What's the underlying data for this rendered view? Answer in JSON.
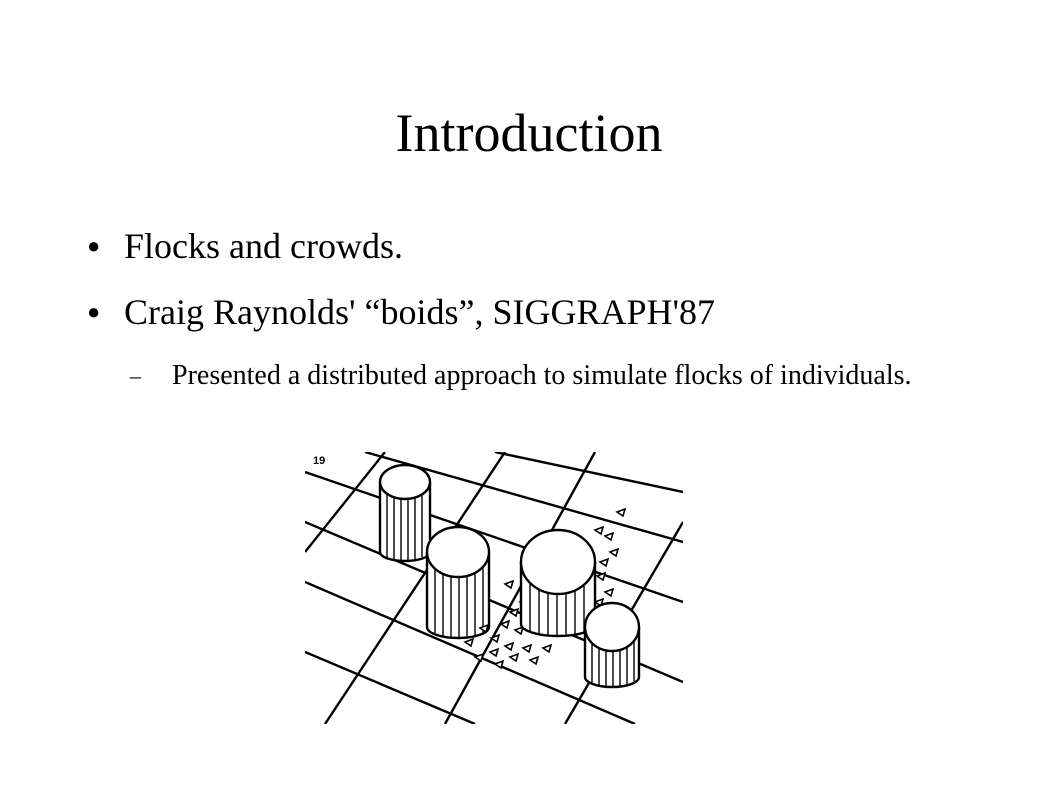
{
  "slide": {
    "title": "Introduction",
    "bullets": [
      {
        "marker": "●",
        "text": "Flocks and crowds."
      },
      {
        "marker": "●",
        "text": "Craig Raynolds' “boids”, SIGGRAPH'87"
      }
    ],
    "sub_bullets": [
      {
        "marker": "–",
        "text": "Presented a distributed approach to simulate flocks of individuals."
      }
    ],
    "figure": {
      "corner_label": "19",
      "colors": {
        "ink": "#000000",
        "paper": "#ffffff"
      }
    }
  }
}
